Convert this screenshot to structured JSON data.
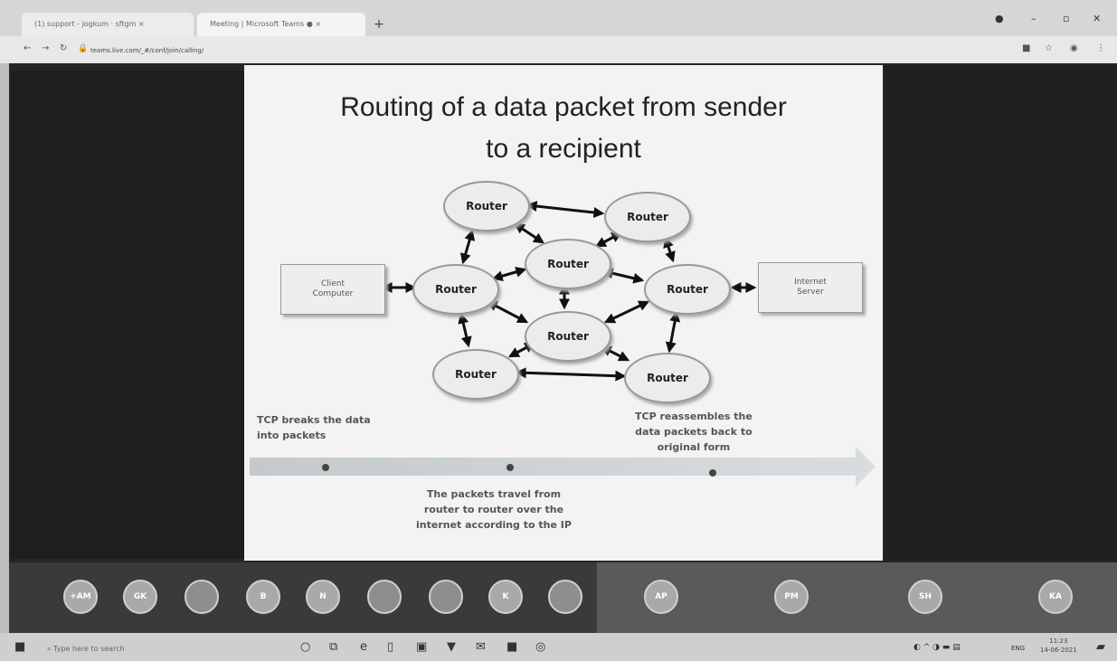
{
  "browser": {
    "tabs": [
      {
        "label": "(1) support - jogkum · sftgm ×"
      },
      {
        "label": "Meeting | Microsoft Teams  ● ×"
      }
    ],
    "new_tab": "+",
    "url": "teams.live.com/_#/conf/join/calling/"
  },
  "slide": {
    "title_line1": "Routing of a data packet from sender",
    "title_line2": "to a recipient",
    "client": "Client\nComputer",
    "server": "Internet\nServer",
    "router_label": "Router",
    "note_left": "TCP breaks the data\ninto packets",
    "note_right": "TCP reassembles the\ndata packets back to\noriginal form",
    "note_bottom": "The packets travel from\nrouter to router over the\ninternet according to the IP"
  },
  "participants": [
    {
      "initials": "+AM",
      "photo": false
    },
    {
      "initials": "GK",
      "photo": false
    },
    {
      "initials": "",
      "photo": true
    },
    {
      "initials": "B",
      "photo": false
    },
    {
      "initials": "N",
      "photo": false
    },
    {
      "initials": "",
      "photo": true
    },
    {
      "initials": "",
      "photo": true
    },
    {
      "initials": "K",
      "photo": false
    },
    {
      "initials": "",
      "photo": true
    },
    {
      "initials": "AP",
      "photo": false
    },
    {
      "initials": "PM",
      "photo": false
    },
    {
      "initials": "SH",
      "photo": false
    },
    {
      "initials": "KA",
      "photo": false
    }
  ],
  "taskbar": {
    "search_placeholder": "Type here to search",
    "language": "ENG",
    "time": "11:23",
    "date": "14-06-2021"
  },
  "colors": {
    "arrow_band": "#c9cfd2",
    "slide_bg": "#f3f3f3"
  }
}
